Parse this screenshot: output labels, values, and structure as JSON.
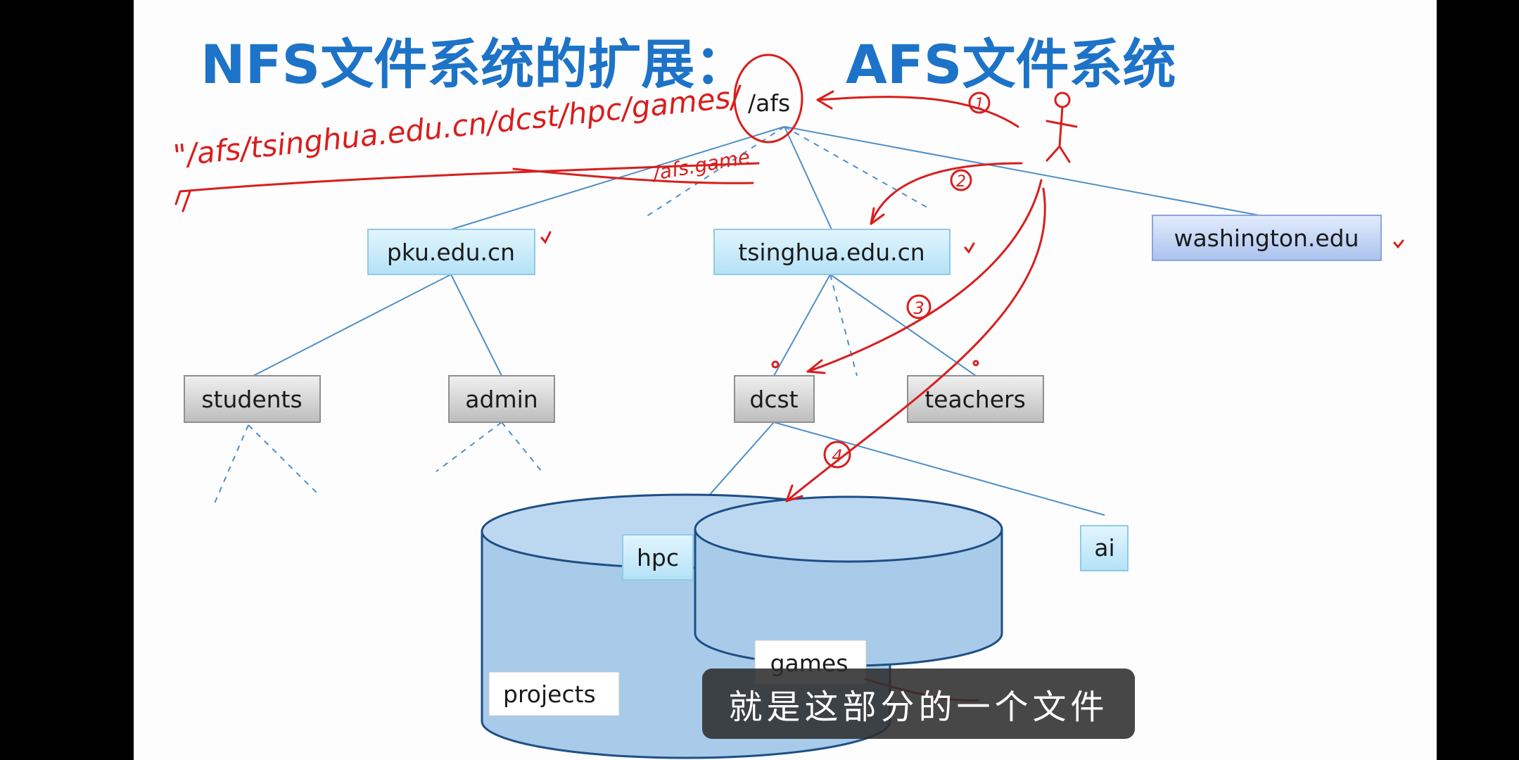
{
  "slide": {
    "title_left": "NFS文件系统的扩展：",
    "title_right": "AFS文件系统"
  },
  "tree": {
    "root": "/afs",
    "domains": [
      "pku.edu.cn",
      "tsinghua.edu.cn",
      "washington.edu"
    ],
    "pku_children": [
      "students",
      "admin"
    ],
    "tsinghua_children": [
      "dcst",
      "teachers"
    ],
    "volumes": [
      "hpc",
      "ai"
    ],
    "hpc_children": [
      "projects",
      "games"
    ]
  },
  "annotations": {
    "path_note": "\"/afs/tsinghua.edu.cn/dcst/hpc/games/",
    "alias_note": "/afs.game",
    "steps": [
      "1",
      "2",
      "3",
      "4"
    ]
  },
  "subtitle": "就是这部分的一个文件",
  "colors": {
    "title": "#1d73c7",
    "node_light_blue": "#c9ecfb",
    "node_gray": "#c8c8c8",
    "volume_blue": "#a7cbe9",
    "line_blue": "#4f8fc7",
    "ink_red": "#d81e1e"
  }
}
